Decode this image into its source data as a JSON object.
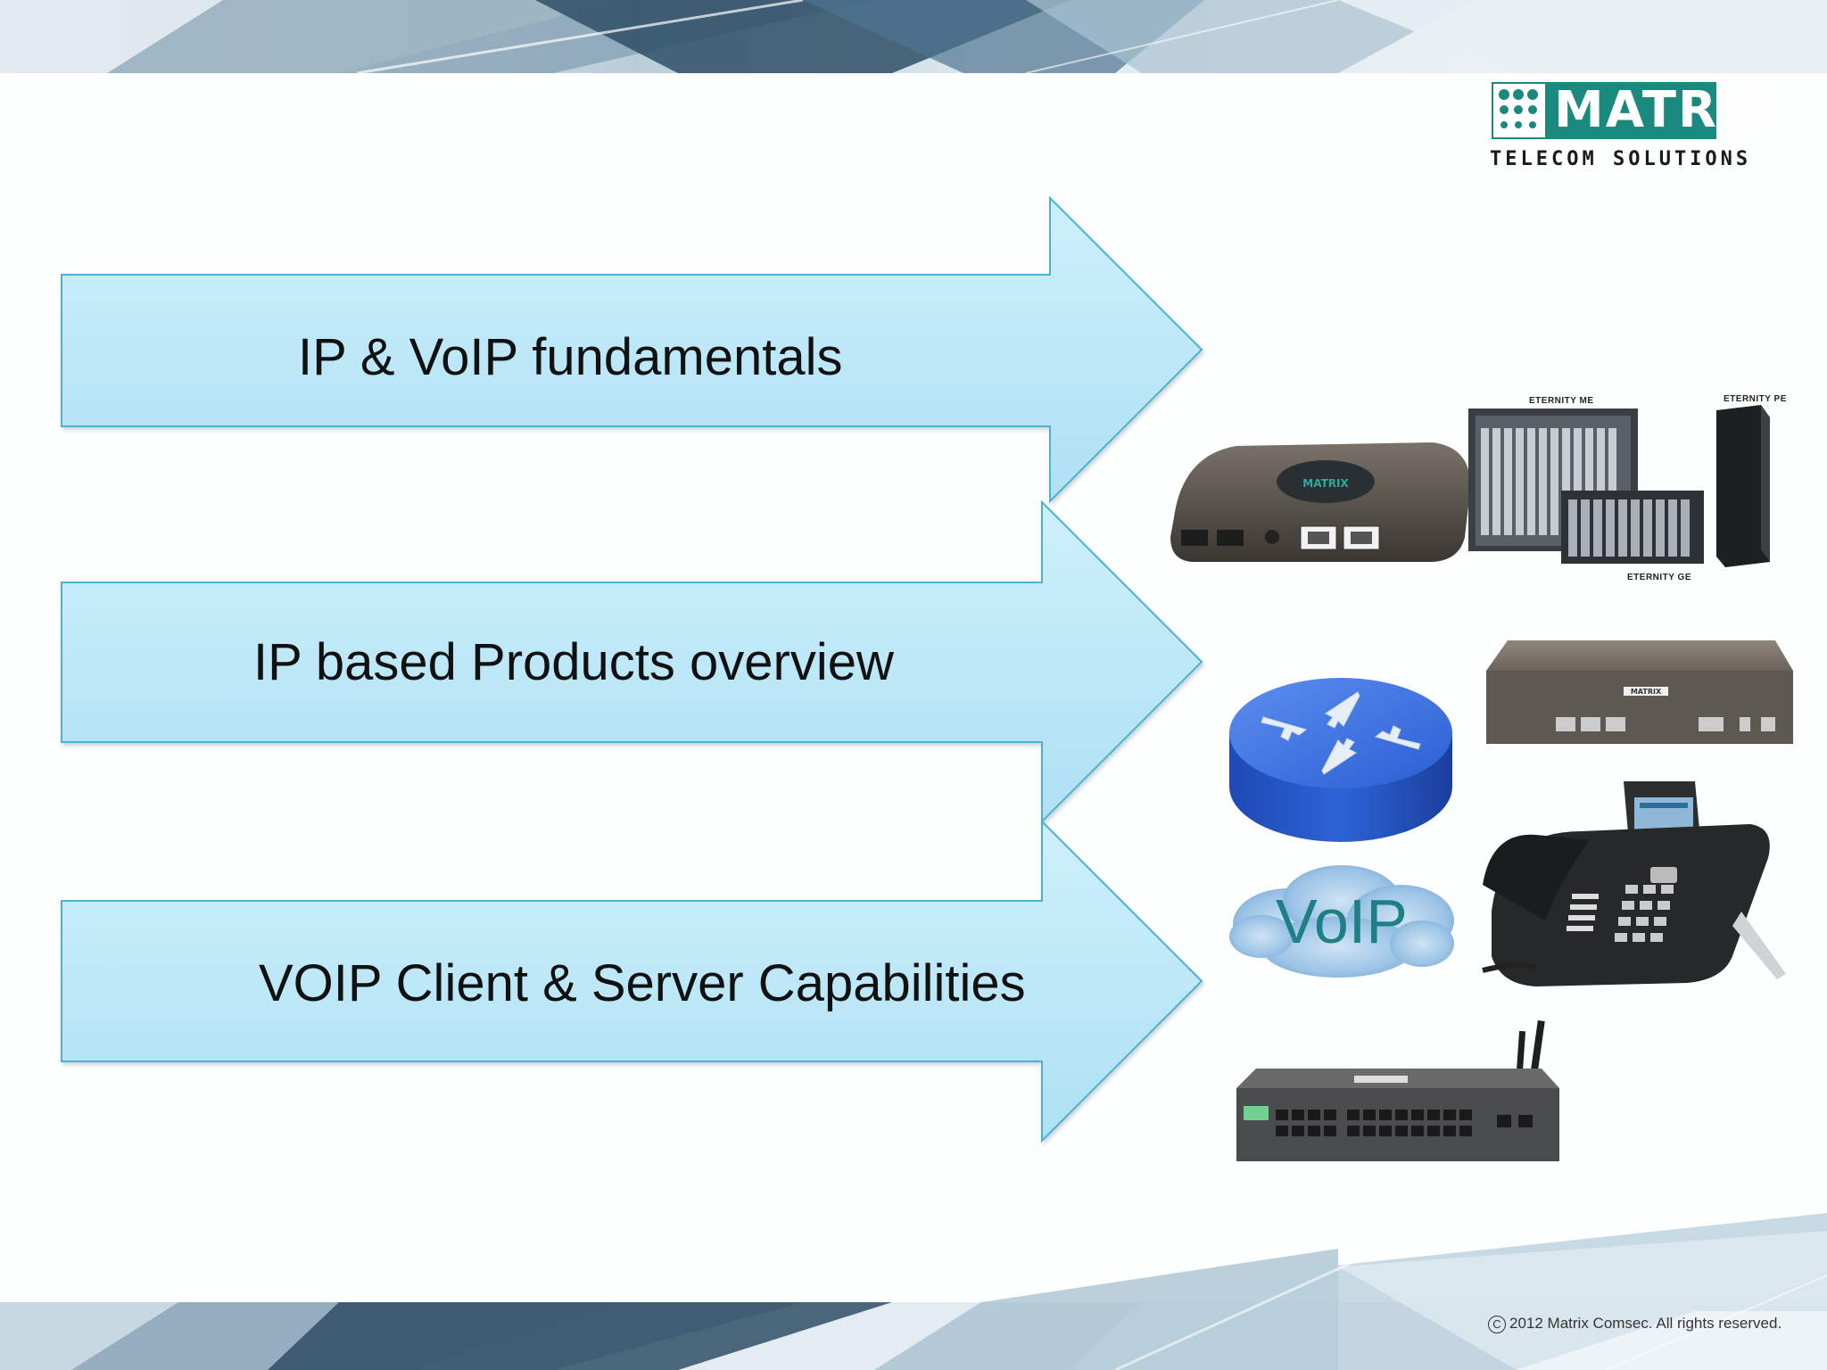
{
  "logo": {
    "word": "MATRIX",
    "tagline": "TELECOM SOLUTIONS",
    "color": "#1b8a7e"
  },
  "arrows": [
    {
      "label": "IP & VoIP fundamentals"
    },
    {
      "label": "IP based Products overview"
    },
    {
      "label": "VOIP Client & Server Capabilities"
    }
  ],
  "devices": {
    "cloud_label": "VoIP",
    "eternity_me": "ETERNITY ME",
    "eternity_pe": "ETERNITY PE",
    "eternity_ge": "ETERNITY GE",
    "box_brand": "MATRIX"
  },
  "footer": {
    "symbol": "C",
    "text": "2012 Matrix Comsec. All rights reserved."
  },
  "colors": {
    "arrow_fill_top": "#c2ecfa",
    "arrow_fill_bottom": "#b4e4f6",
    "arrow_stroke": "#4fb0d0",
    "banner_dark": "#2e4f66",
    "banner_light": "#d9e7ee",
    "cloud_text": "#1f7f86"
  },
  "icons": [
    "matrix-logo-icon",
    "router-icon",
    "voip-cloud-icon",
    "ata-device-icon",
    "ip-phone-icon",
    "pbx-rack-icon",
    "gateway-icon"
  ]
}
